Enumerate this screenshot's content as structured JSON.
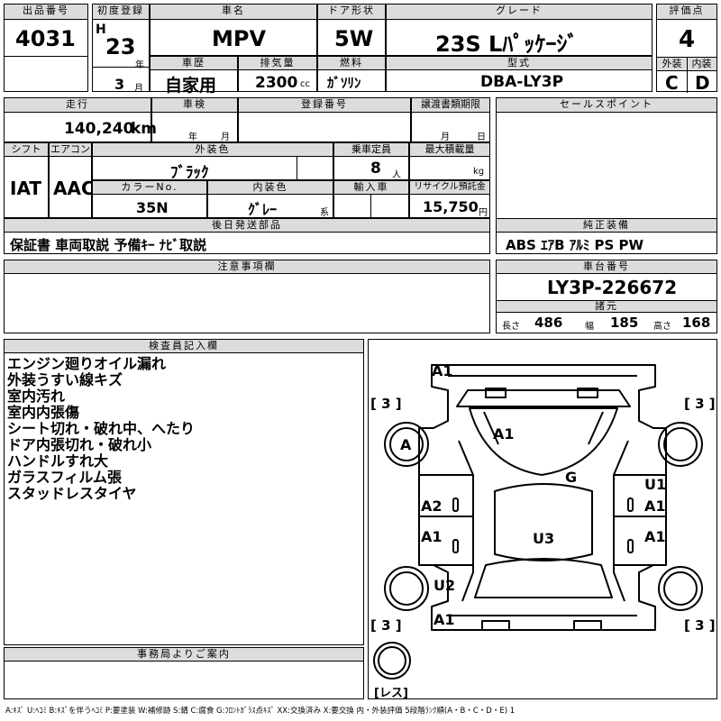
{
  "header_labels": {
    "lot_no": "出品番号",
    "first_reg": "初度登録",
    "car_name": "車名",
    "door": "ドア形状",
    "grade": "グレード",
    "score": "評価点",
    "history": "車歴",
    "displacement": "排気量",
    "fuel": "燃料",
    "model_code": "型式",
    "ext": "外装",
    "int": "内装",
    "mileage": "走行",
    "inspection": "車検",
    "reg_no": "登録番号",
    "transfer_deadline": "譲渡書類期限",
    "sales_points": "セールスポイント",
    "shift": "シフト",
    "aircon": "エアコン",
    "ext_color": "外装色",
    "capacity": "乗車定員",
    "max_load": "最大積載量",
    "color_no": "カラーNo.",
    "int_color": "内装色",
    "import": "輸入車",
    "recycle": "リサイクル預託金",
    "later_parts": "後日発送部品",
    "genuine": "純正装備",
    "notes": "注意事項欄",
    "chassis": "車台番号",
    "specs": "諸元",
    "inspector": "検査員記入欄",
    "office": "事務局よりご案内"
  },
  "lot_no": "4031",
  "era": "H",
  "year": "23",
  "year_unit": "年",
  "month": "3",
  "month_unit": "月",
  "car_name": "MPV",
  "door": "5W",
  "grade": "23S Lﾊﾟｯｹｰｼﾞ",
  "score": "4",
  "history": "自家用",
  "displacement": "2300",
  "cc_unit": "cc",
  "fuel": "ｶﾞｿﾘﾝ",
  "model_code": "DBA-LY3P",
  "ext_score": "C",
  "int_score": "D",
  "mileage": "140,240",
  "mileage_unit": "km",
  "insp_year_unit": "年",
  "insp_month_unit": "月",
  "transfer_month_unit": "月",
  "transfer_day_unit": "日",
  "shift": "IAT",
  "aircon": "AAC",
  "ext_color": "ﾌﾞﾗｯｸ",
  "capacity": "8",
  "capacity_unit": "人",
  "load_unit": "kg",
  "color_no": "35N",
  "int_color": "ｸﾞﾚｰ",
  "int_color_unit": "系",
  "recycle": "15,750",
  "recycle_unit": "円",
  "later_parts": "保証書 車両取説 予備ｷｰ ﾅﾋﾞ取説",
  "genuine": "ABS ｴｱB ｱﾙﾐ PS PW",
  "chassis": "LY3P-226672",
  "spec_length_label": "長さ",
  "spec_length": "486",
  "spec_width_label": "幅",
  "spec_width": "185",
  "spec_height_label": "高さ",
  "spec_height": "168",
  "remarks": [
    "エンジン廻りオイル漏れ",
    "外装うすい線キズ",
    "室内汚れ",
    "室内内張傷",
    "シート切れ・破れ中、へたり",
    "ドア内張切れ・破れ小",
    "ハンドルすれ大",
    "ガラスフィルム張",
    "スタッドレスタイヤ"
  ],
  "diagram": {
    "tire_fl": "[ 3 ]",
    "tire_fr": "[ 3 ]",
    "tire_rl": "[ 3 ]",
    "tire_rr": "[ 3 ]",
    "spare": "[レス]",
    "marks": {
      "front_bumper": "A1",
      "hood": "A1",
      "windshield": "G",
      "fl_wheel": "A",
      "fr_fender_1": "U1",
      "fr_fender_2": "A1",
      "fl_door": "A2",
      "rl_door": "A1",
      "rr_door": "A1",
      "roof": "U3",
      "rl_quarter": "U2",
      "rear_bumper": "A1"
    }
  },
  "legend": "A:ｷｽﾞ U:ﾍｺﾐ B:ｷｽﾞを伴うﾍｺﾐ P:要塗装 W:補修跡 S:錆 C:腐食 G:ﾌﾛﾝﾄｶﾞﾗｽ点ｷｽﾞ XX:交換済み X:要交換 内・外装評価 5段階ﾗﾝｸ順(A・B・C・D・E) 1"
}
